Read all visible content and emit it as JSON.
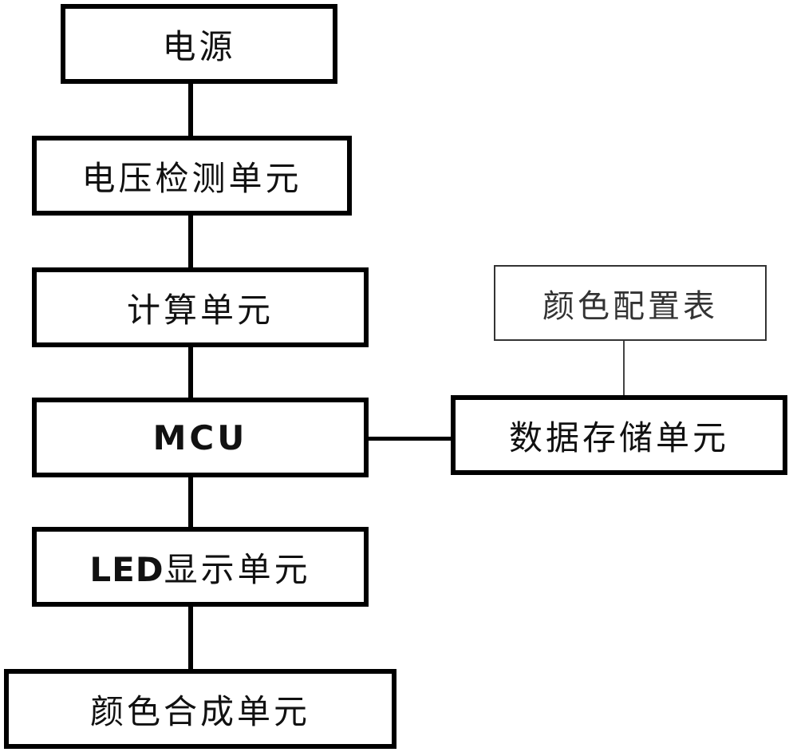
{
  "diagram": {
    "nodes": [
      {
        "id": "power",
        "label": "电源"
      },
      {
        "id": "voltage_detect",
        "label": "电压检测单元"
      },
      {
        "id": "compute",
        "label": "计算单元"
      },
      {
        "id": "mcu",
        "label": "MCU"
      },
      {
        "id": "led_display",
        "label_latin": "LED",
        "label_cjk": "显示单元"
      },
      {
        "id": "color_synth",
        "label": "颜色合成单元"
      },
      {
        "id": "data_storage",
        "label": "数据存储单元"
      },
      {
        "id": "color_config",
        "label": "颜色配置表"
      }
    ],
    "edges": [
      {
        "from": "power",
        "to": "voltage_detect"
      },
      {
        "from": "voltage_detect",
        "to": "compute"
      },
      {
        "from": "compute",
        "to": "mcu"
      },
      {
        "from": "mcu",
        "to": "led_display"
      },
      {
        "from": "led_display",
        "to": "color_synth"
      },
      {
        "from": "mcu",
        "to": "data_storage"
      },
      {
        "from": "color_config",
        "to": "data_storage"
      }
    ]
  }
}
